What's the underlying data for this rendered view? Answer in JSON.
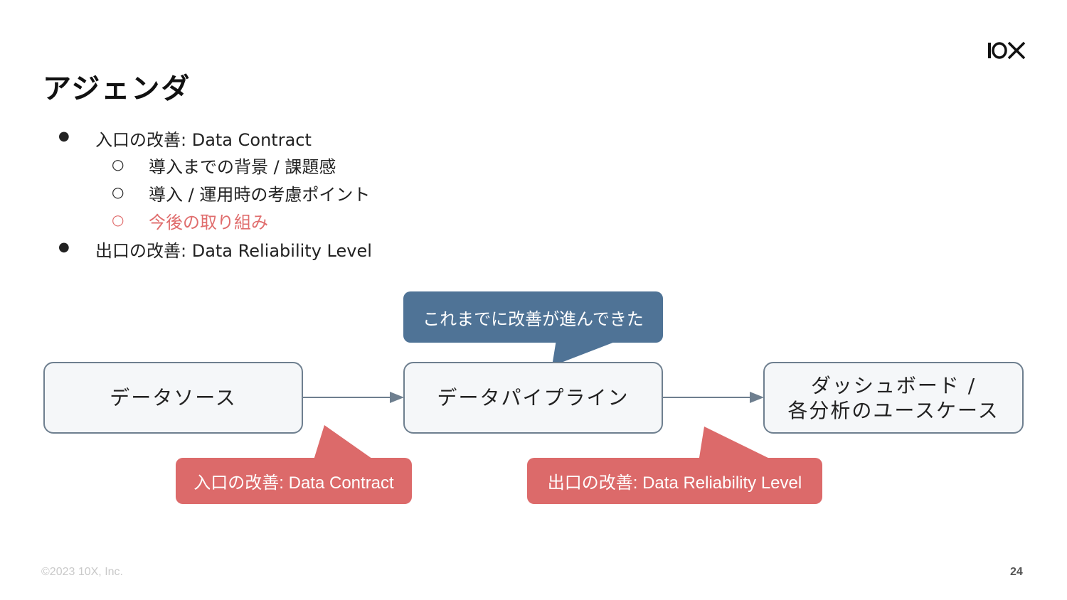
{
  "slide": {
    "title": "アジェンダ",
    "logo_text": "10X"
  },
  "agenda": [
    {
      "level": 1,
      "marker": "●",
      "text": "入口の改善: Data Contract",
      "muted": false
    },
    {
      "level": 2,
      "marker": "○",
      "text": "導入までの背景 / 課題感",
      "muted": false
    },
    {
      "level": 2,
      "marker": "○",
      "text": "導入 / 運用時の考慮ポイント",
      "muted": false
    },
    {
      "level": 2,
      "marker": "○",
      "text": "今後の取り組み",
      "muted": true
    },
    {
      "level": 1,
      "marker": "●",
      "text": "出口の改善: Data Reliability Level",
      "muted": false
    }
  ],
  "diagram": {
    "nodes": {
      "source": "データソース",
      "pipeline": "データパイプライン",
      "dashboard_line1": "ダッシュボード /",
      "dashboard_line2": "各分析のユースケース"
    },
    "callouts": {
      "progress": "これまでに改善が進んできた",
      "inlet": "入口の改善: Data Contract",
      "outlet": "出口の改善: Data Reliability Level"
    },
    "colors": {
      "node_fill": "#f5f7f9",
      "node_border": "#6e7f8f",
      "callout_blue": "#4f7396",
      "callout_red": "#dc6a6a",
      "muted_text": "#e06d6d"
    }
  },
  "footer": {
    "copyright": "©2023 10X, Inc.",
    "page_number": "24"
  }
}
